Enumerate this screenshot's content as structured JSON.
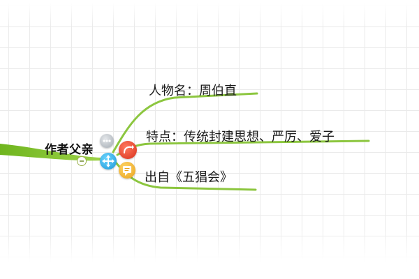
{
  "mindmap": {
    "root": {
      "label": "作者父亲"
    },
    "branches": [
      {
        "label": "人物名：周伯直"
      },
      {
        "label": "特点：传统封建思想、严厉、爱子"
      },
      {
        "label": "出自《五猖会》"
      }
    ]
  },
  "colors": {
    "branch_line": "#8cc63f",
    "grid": "#eaeaea",
    "more_icon": "#b4bac0",
    "move_icon": "#2aa9e8",
    "relation_icon": "#e8452e",
    "note_icon": "#f2b531"
  },
  "icons": {
    "more": "ellipsis-icon",
    "move": "move-arrows-icon",
    "relation": "relation-icon",
    "note": "note-icon",
    "collapse": "minus-icon"
  }
}
